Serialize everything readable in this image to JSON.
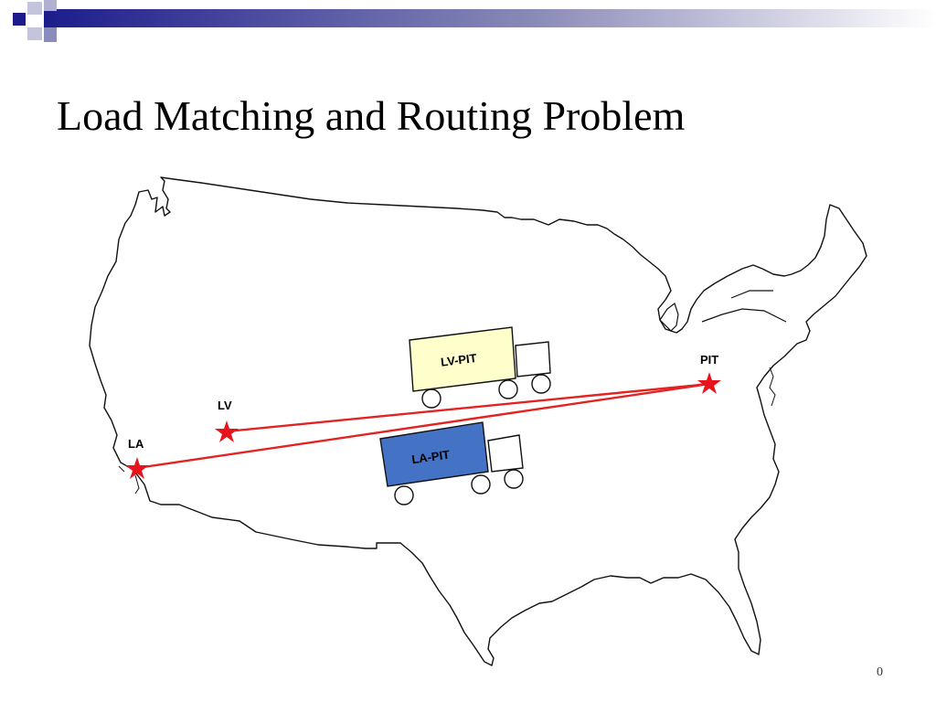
{
  "slide": {
    "title": "Load Matching and Routing Problem",
    "page_number": "0"
  },
  "cities": {
    "la": "LA",
    "lv": "LV",
    "pit": "PIT"
  },
  "trucks": {
    "lv_pit": {
      "label": "LV-PIT",
      "color": "#ffffcc"
    },
    "la_pit": {
      "label": "LA-PIT",
      "color": "#4472c4"
    }
  },
  "colors": {
    "route": "#e32222",
    "star": "#e8141c",
    "header_accent": "#1c1c8c"
  }
}
